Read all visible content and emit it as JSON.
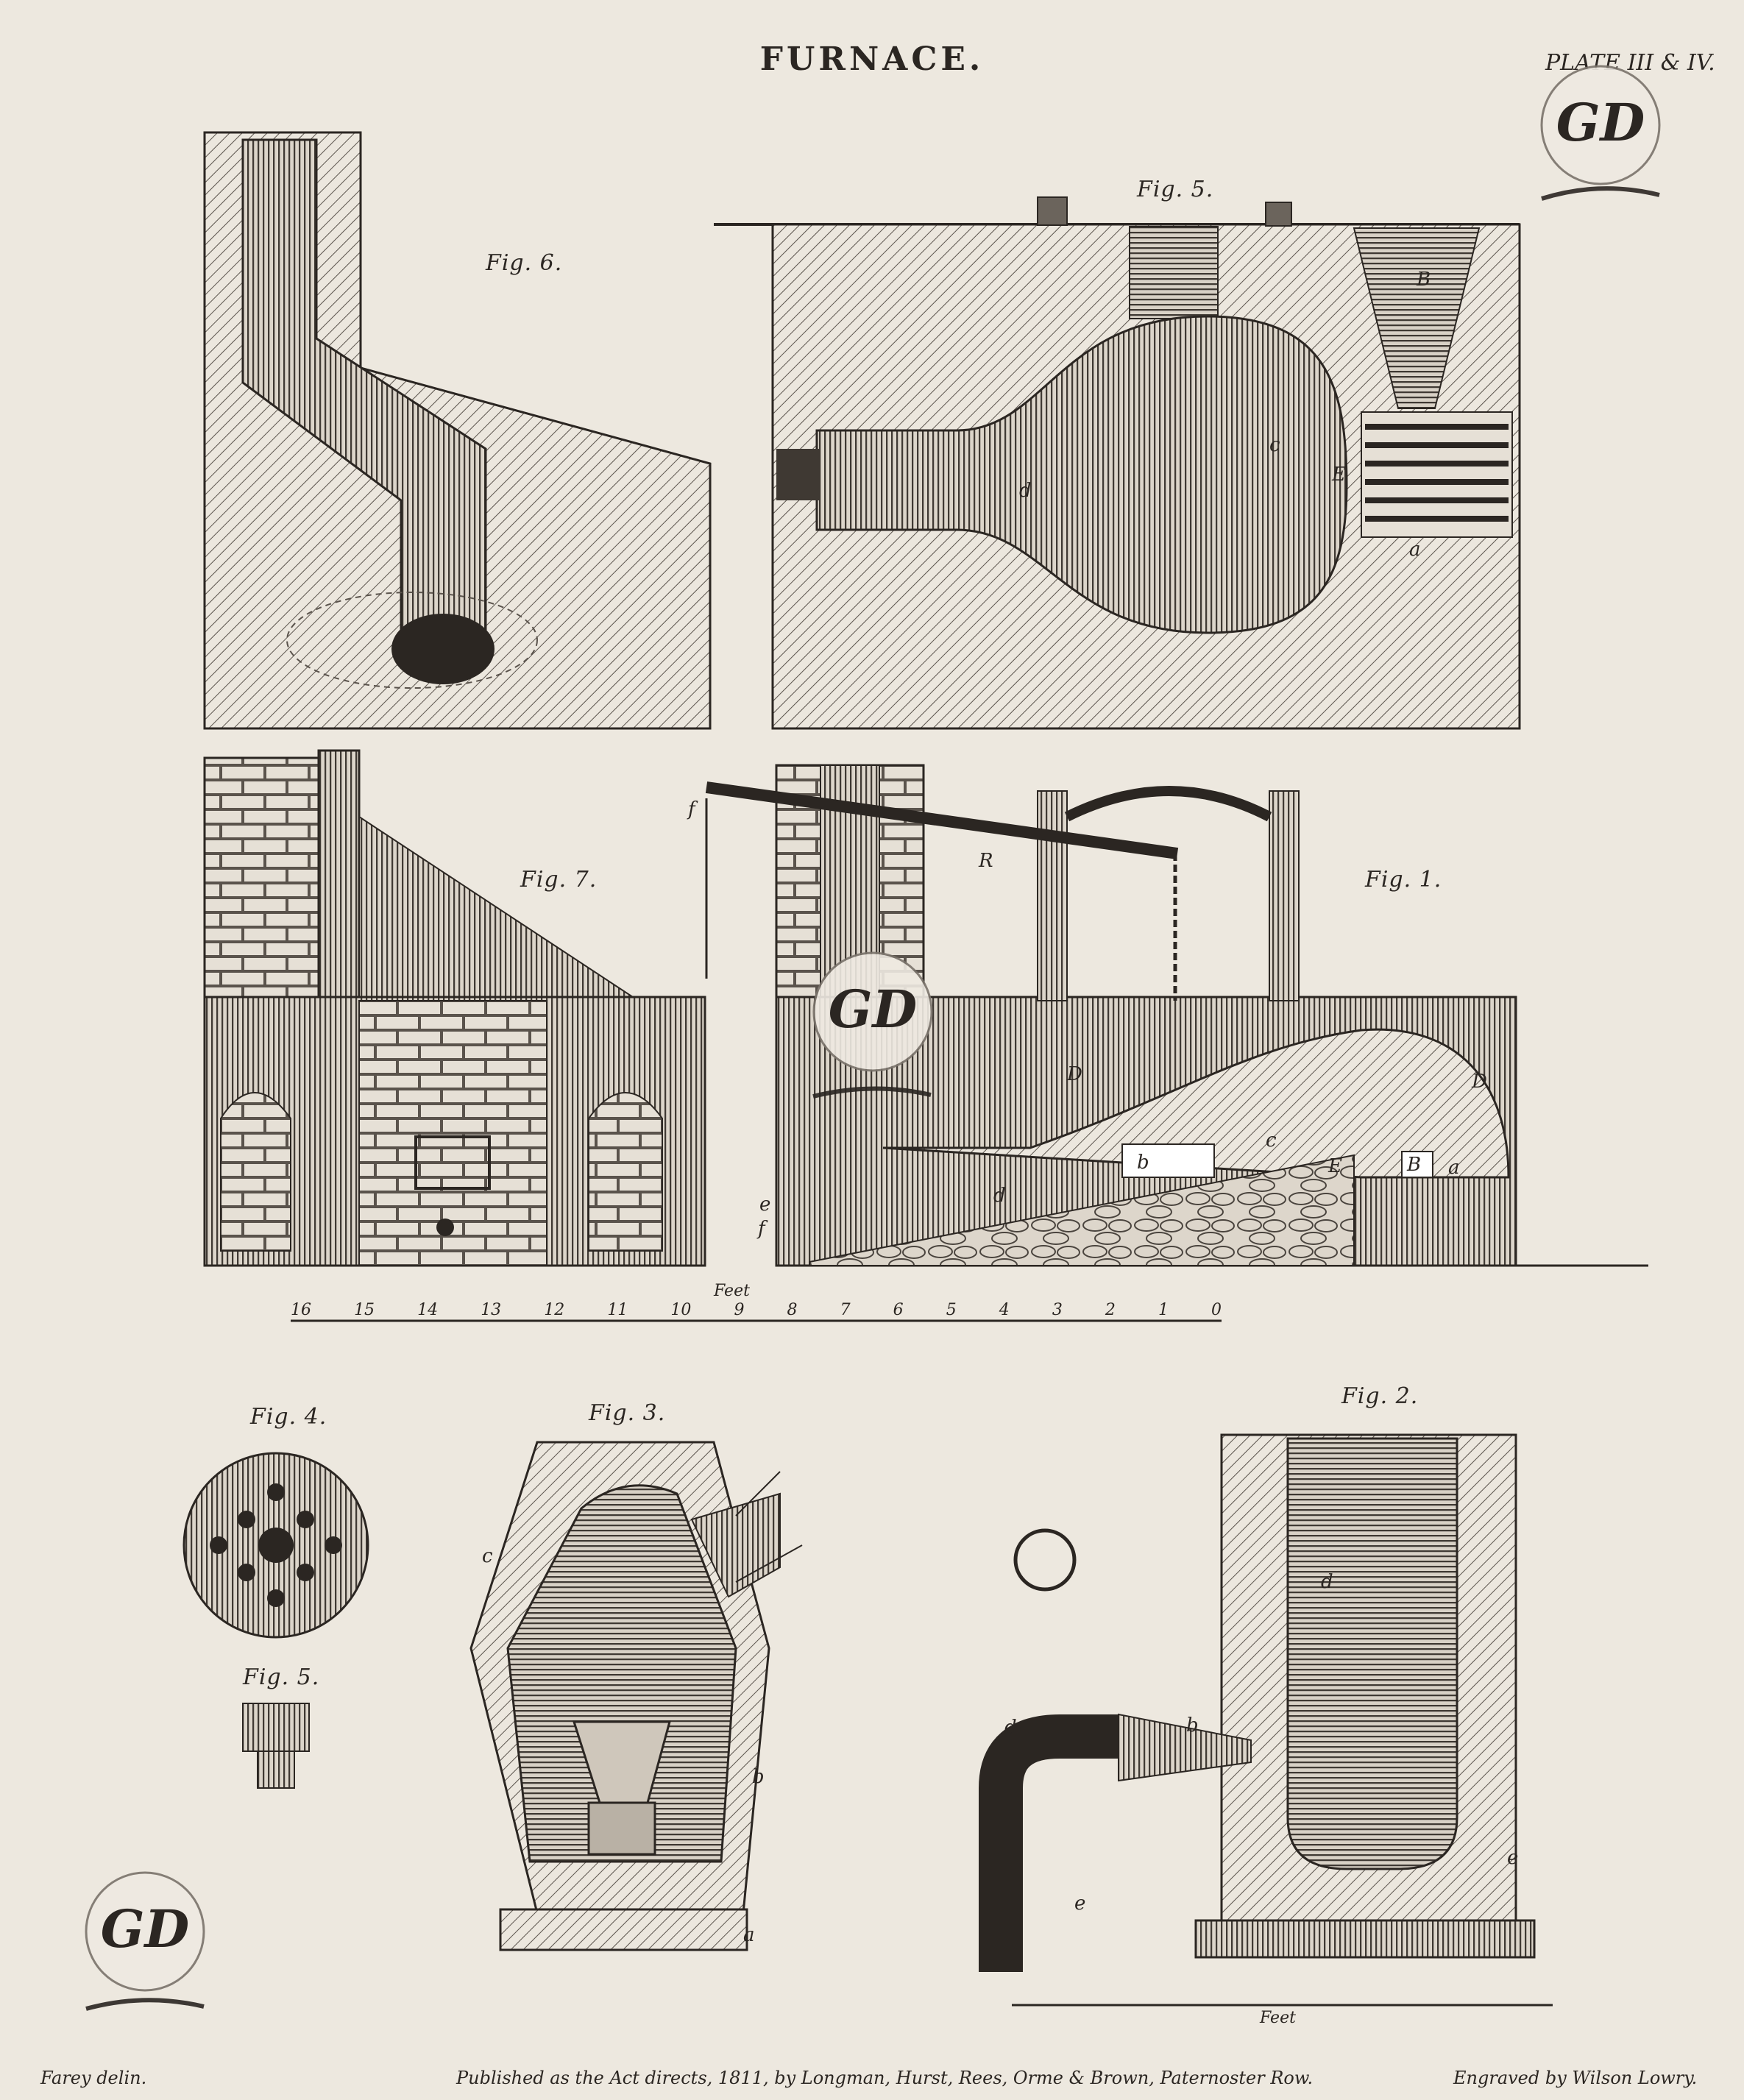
{
  "header": {
    "title": "FURNACE.",
    "plate": "PLATE III & IV."
  },
  "figures": {
    "fig6": "Fig. 6.",
    "fig5_top": "Fig. 5.",
    "fig7": "Fig. 7.",
    "fig1": "Fig. 1.",
    "fig4": "Fig. 4.",
    "fig3": "Fig. 3.",
    "fig2": "Fig. 2.",
    "fig5_small": "Fig. 5."
  },
  "letters": {
    "fig5": [
      "B",
      "c",
      "d",
      "E",
      "a"
    ],
    "fig1": [
      "f",
      "R",
      "D",
      "D",
      "b",
      "c",
      "E",
      "B",
      "a",
      "d",
      "e",
      "f"
    ],
    "fig3": [
      "c",
      "b",
      "a"
    ],
    "fig2": [
      "d",
      "d",
      "b",
      "e",
      "e"
    ]
  },
  "scale": {
    "label": "Feet",
    "ticks": [
      "16",
      "15",
      "14",
      "13",
      "12",
      "11",
      "10",
      "9",
      "8",
      "7",
      "6",
      "5",
      "4",
      "3",
      "2",
      "1",
      "0"
    ],
    "label2": "Feet"
  },
  "watermark": {
    "text": "GD"
  },
  "footer": {
    "left": "Farey delin.",
    "center": "Published as the Act directs, 1811, by Longman, Hurst, Rees, Orme & Brown, Paternoster Row.",
    "right": "Engraved by Wilson Lowry."
  },
  "colors": {
    "paper": "#ede8df",
    "ink": "#2b2622"
  }
}
